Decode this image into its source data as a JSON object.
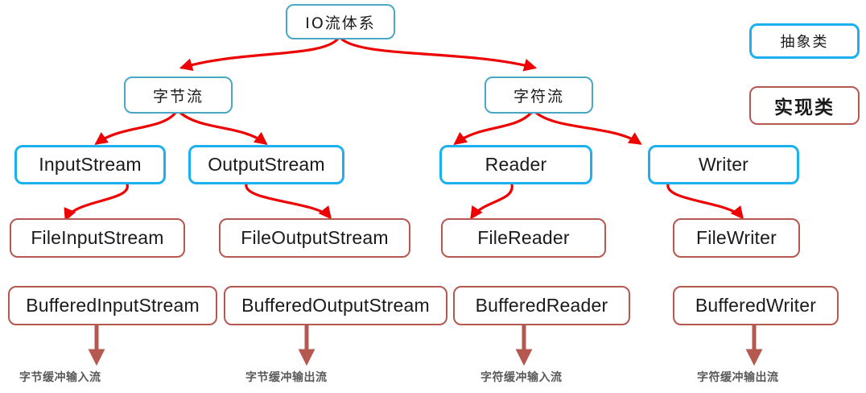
{
  "diagram": {
    "title": "IO流体系",
    "colors": {
      "root_border": "#4ba8c4",
      "abstract_border": "#1cb0f0",
      "impl_border": "#b45850",
      "arrow_curved": "#ee0000",
      "arrow_straight": "#b45850",
      "caption_text": "#595959",
      "background": "#ffffff"
    },
    "legend": {
      "abstract_label": "抽象类",
      "impl_label": "实现类"
    },
    "nodes": {
      "root": "IO流体系",
      "byte_stream": "字节流",
      "char_stream": "字符流",
      "input_stream": "InputStream",
      "output_stream": "OutputStream",
      "reader": "Reader",
      "writer": "Writer",
      "file_input_stream": "FileInputStream",
      "file_output_stream": "FileOutputStream",
      "file_reader": "FileReader",
      "file_writer": "FileWriter",
      "buffered_input_stream": "BufferedInputStream",
      "buffered_output_stream": "BufferedOutputStream",
      "buffered_reader": "BufferedReader",
      "buffered_writer": "BufferedWriter"
    },
    "captions": {
      "byte_buffered_input": "字节缓冲输入流",
      "byte_buffered_output": "字节缓冲输出流",
      "char_buffered_input": "字符缓冲输入流",
      "char_buffered_output": "字符缓冲输出流"
    }
  }
}
